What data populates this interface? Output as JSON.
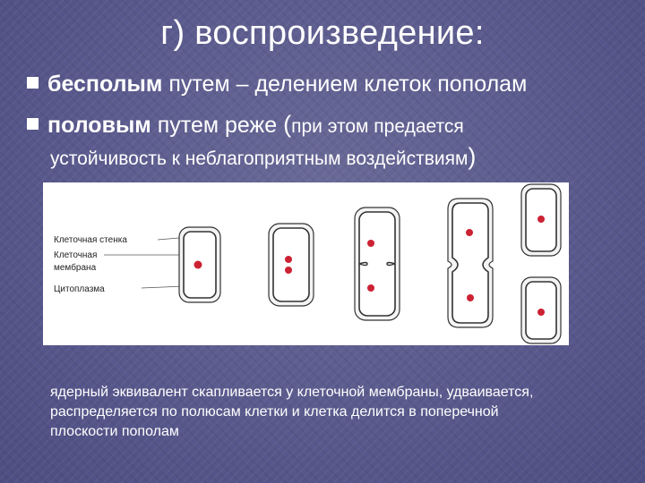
{
  "slide": {
    "title": "г) воспроизведение:",
    "bullets": [
      {
        "strong": "бесполым",
        "rest": " путем – делением клеток пополам"
      },
      {
        "strong": "половым",
        "rest": " путем реже ",
        "paren_open": "(",
        "small": "при этом предается",
        "continuation": "устойчивость к неблагоприятным воздействиям",
        "paren_close": ")"
      }
    ],
    "figure": {
      "labels": {
        "cell_wall": "Клеточная стенка",
        "membrane_line1": "Клеточная",
        "membrane_line2": "мембрана",
        "cytoplasm": "Цитоплазма"
      },
      "colors": {
        "nucleus": "#cc2233",
        "outline": "#333333",
        "leader": "#555555"
      }
    },
    "caption": "ядерный эквивалент скапливается у клеточной мембраны, удваивается, распределяется по полюсам клетки и клетка делится в поперечной плоскости пополам"
  }
}
